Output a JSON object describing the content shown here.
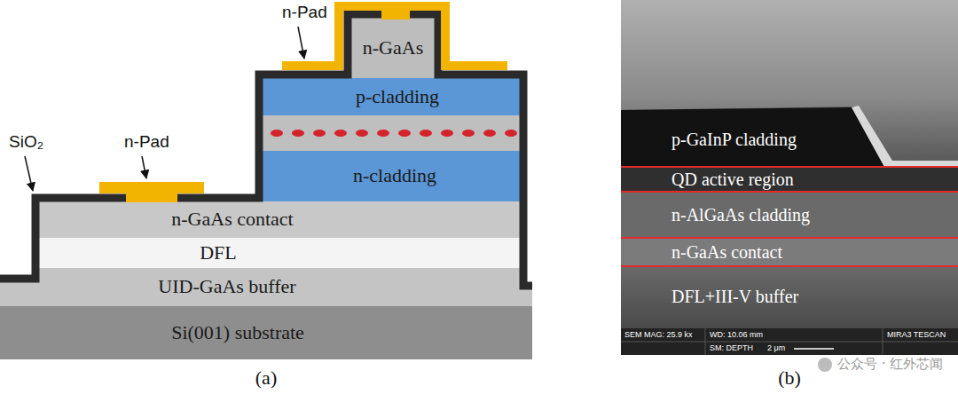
{
  "diagram": {
    "nodes": [
      {
        "text": [
          "n-GaAs"
        ]
      },
      {
        "text": [
          "p-cladding"
        ]
      },
      {
        "text": [
          "n-cladding"
        ]
      },
      {
        "text": [
          "n-GaAs contact"
        ]
      },
      {
        "text": [
          "DFL"
        ]
      },
      {
        "text": [
          "UID-GaAs buffer"
        ]
      },
      {
        "text": [
          "Si(001) substrate"
        ]
      }
    ],
    "labels": [
      "n-Pad",
      "n-Pad",
      "SiO₂",
      "(a)",
      "p-GaInP cladding",
      "QD active region",
      "n-AlGaAs cladding",
      "n-GaAs contact",
      "DFL+III-V buffer",
      "SEM MAG: 25.9 kx",
      "WD: 10.06 mm",
      "MIRA3 TESCAN",
      "SM: DEPTH",
      "2 μm",
      "(b)",
      "公众号 · 红外芯闻"
    ]
  }
}
